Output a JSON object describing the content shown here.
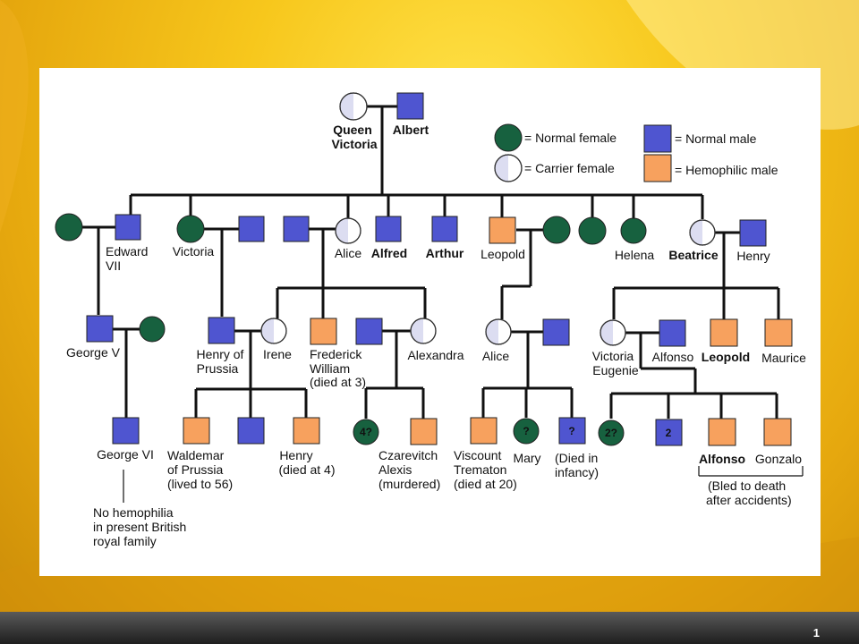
{
  "legend": {
    "normal_female": "= Normal female",
    "carrier_female": "= Carrier female",
    "normal_male": "= Normal male",
    "hemophilic_male": "= Hemophilic male"
  },
  "gen1": {
    "queen_victoria": [
      "Queen",
      "Victoria"
    ],
    "albert": "Albert"
  },
  "gen2": {
    "edward_vii": [
      "Edward",
      "VII"
    ],
    "victoria": "Victoria",
    "alice": "Alice",
    "alfred": "Alfred",
    "arthur": "Arthur",
    "leopold": "Leopold",
    "helena": "Helena",
    "beatrice": "Beatrice",
    "henry": "Henry"
  },
  "gen3": {
    "george_v": "George V",
    "henry_of_prussia": [
      "Henry of",
      "Prussia"
    ],
    "irene": "Irene",
    "frederick_william": [
      "Frederick",
      "William",
      "(died at 3)"
    ],
    "alexandra": "Alexandra",
    "alice": "Alice",
    "victoria_eugenie": [
      "Victoria",
      "Eugenie"
    ],
    "alfonso": "Alfonso",
    "leopold": "Leopold",
    "maurice": "Maurice"
  },
  "gen4": {
    "george_vi": "George VI",
    "waldemar": [
      "Waldemar",
      "of Prussia",
      "(lived to 56)"
    ],
    "henry": [
      "Henry",
      "(died at 4)"
    ],
    "czarevitch": [
      "Czarevitch",
      "Alexis",
      "(murdered)"
    ],
    "four_q": "4?",
    "viscount": [
      "Viscount",
      "Trematon",
      "(died at 20)"
    ],
    "mary": "Mary",
    "mary_q": "?",
    "died_infancy": [
      "(Died in",
      "infancy)"
    ],
    "infancy_q": "?",
    "two_q": "2?",
    "two": "2",
    "alfonso": "Alfonso",
    "gonzalo": "Gonzalo",
    "bled_note": [
      "(Bled to death",
      "after accidents)"
    ]
  },
  "note": [
    "No hemophilia",
    "in present British",
    "royal family"
  ],
  "slide_number": "1",
  "colors": {
    "normal_male": "#4f55d0",
    "hemophilic_male": "#f7a15e",
    "normal_female": "#17613f",
    "carrier_female": "#ffffff"
  }
}
